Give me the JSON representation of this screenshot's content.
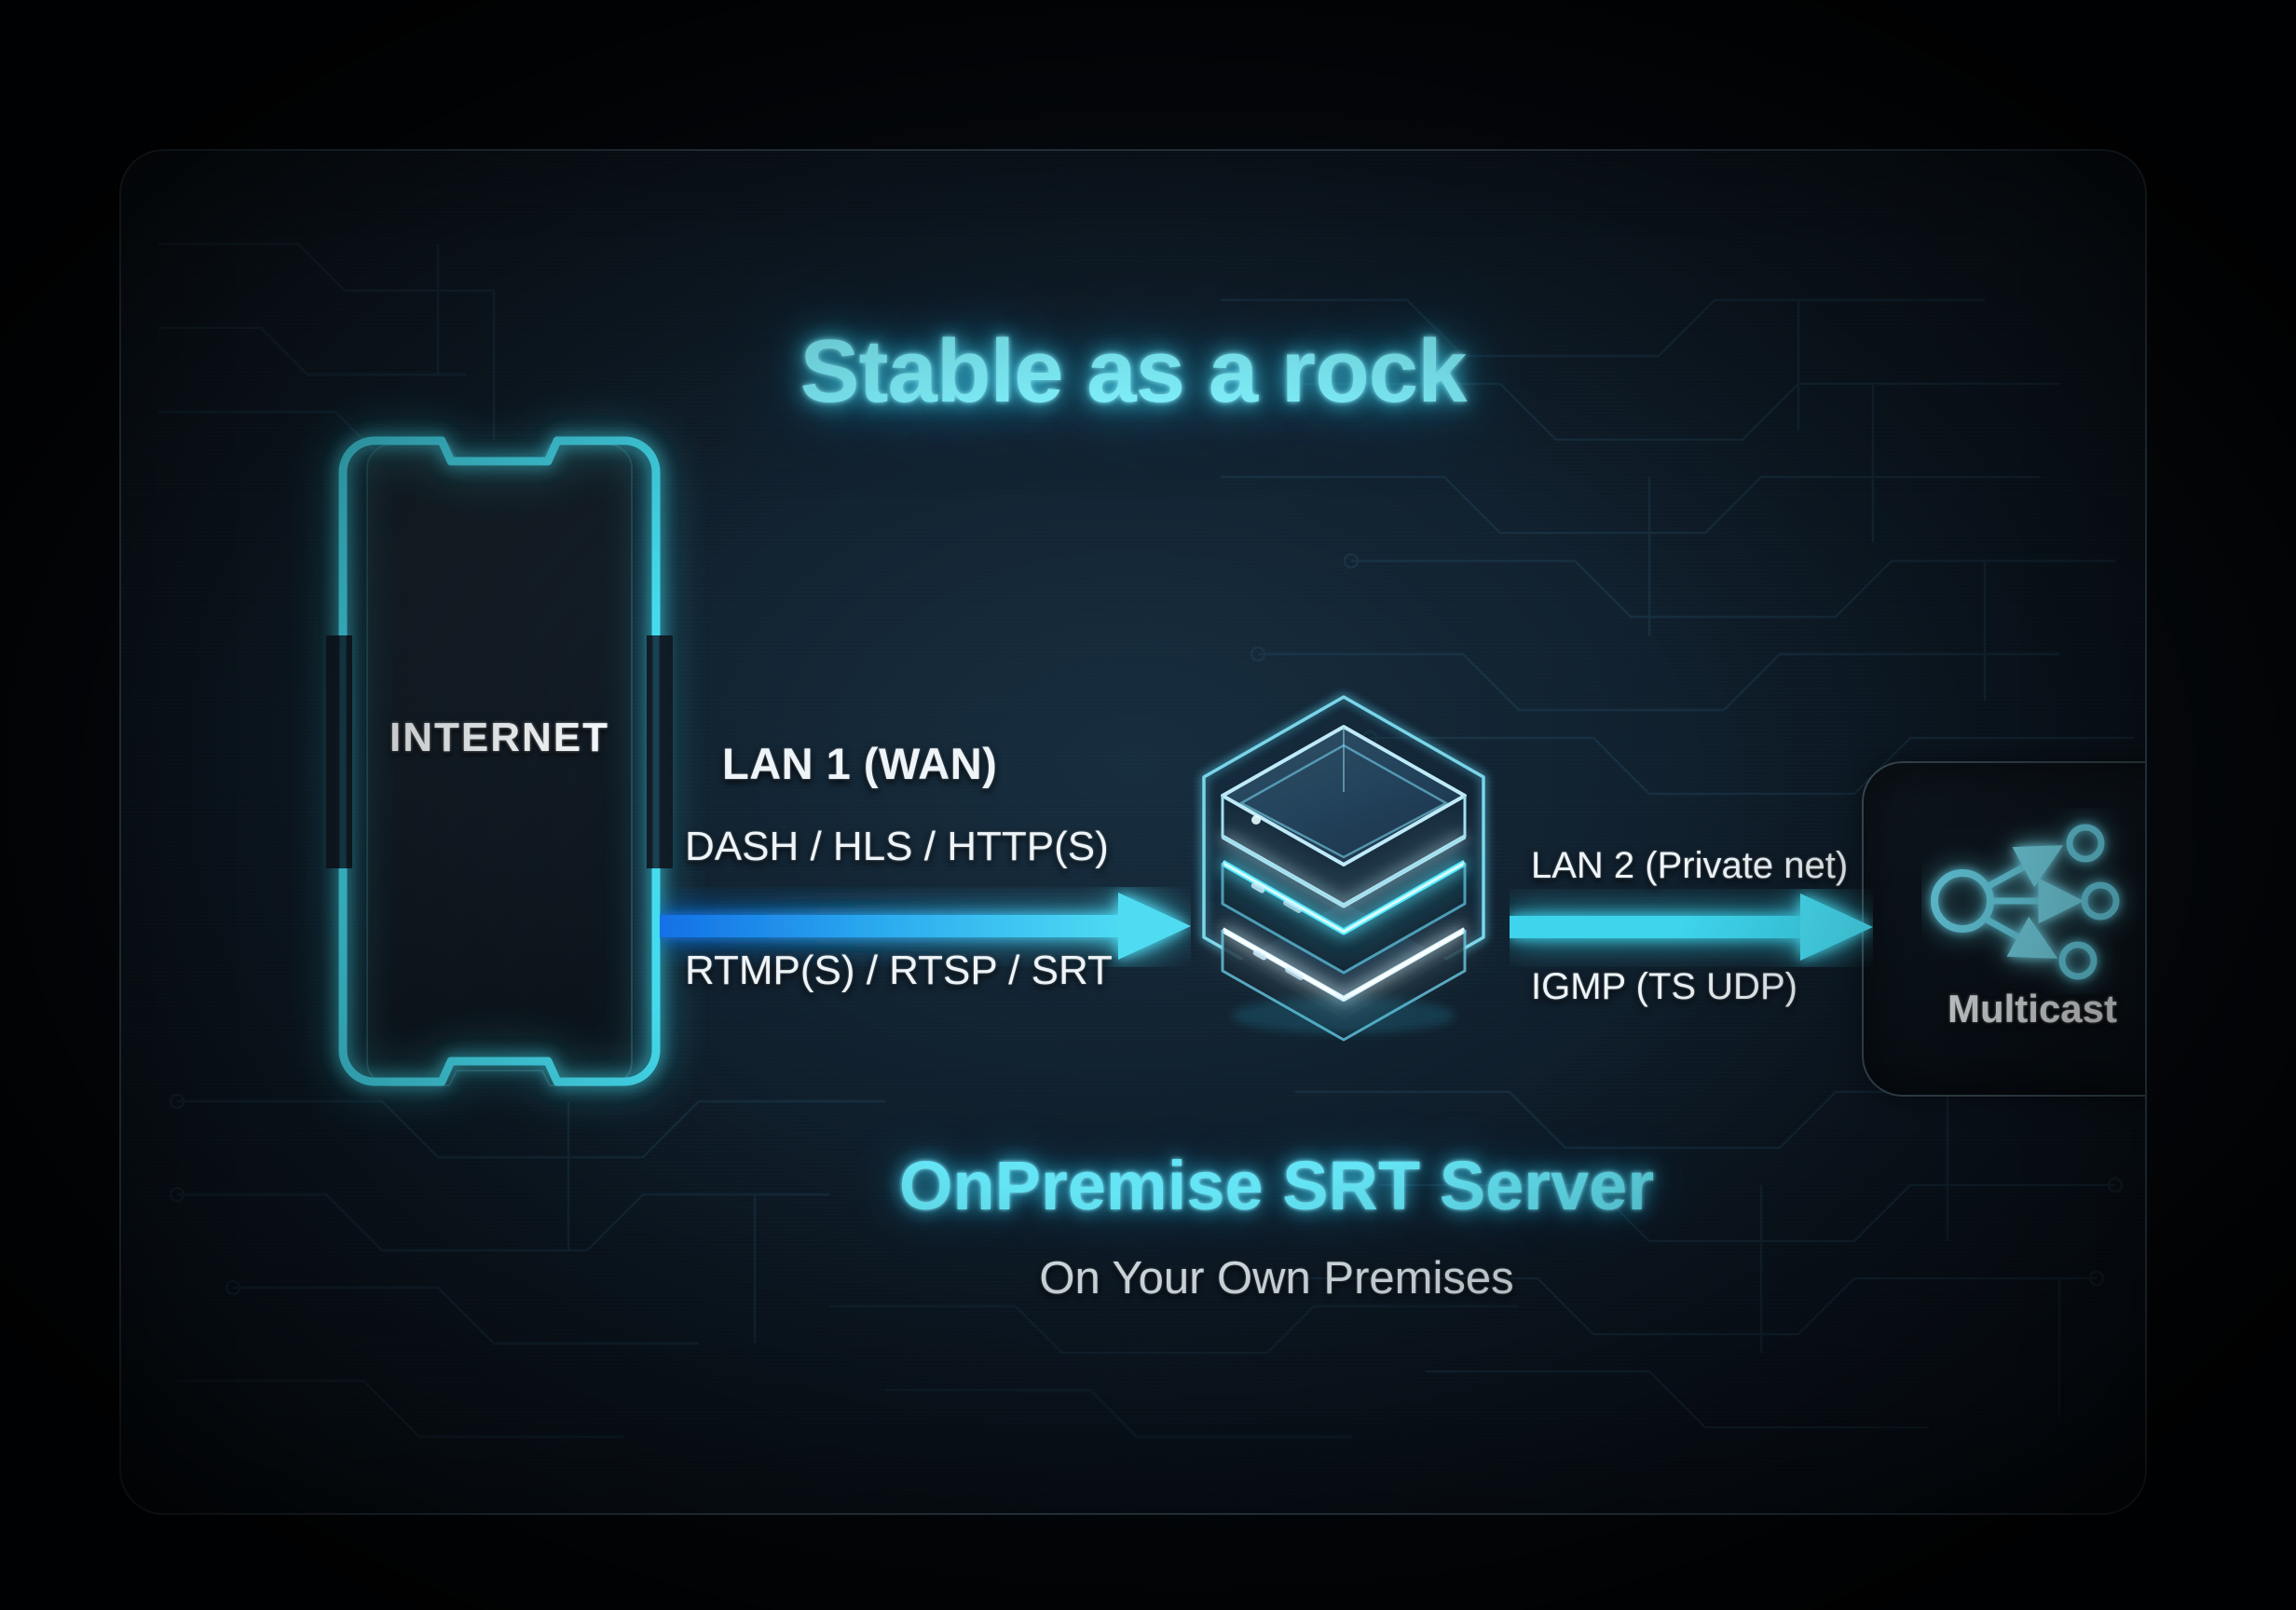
{
  "headline": "Stable as a rock",
  "left_node": {
    "label": "INTERNET",
    "icon": "phone-device-icon"
  },
  "left_flow": {
    "interface": "LAN 1 (WAN)",
    "protocols_top": "DASH / HLS / HTTP(S)",
    "protocols_bottom": "RTMP(S) / RTSP / SRT",
    "arrow": "arrow-right-icon"
  },
  "center_node": {
    "icon": "server-stack-cube-icon",
    "title": "OnPremise SRT Server",
    "subtitle": "On Your Own Premises"
  },
  "right_flow": {
    "interface": "LAN 2 (Private net)",
    "protocol": "IGMP (TS UDP)",
    "arrow": "arrow-right-icon"
  },
  "right_node": {
    "label": "Multicast",
    "icon": "multicast-distribution-icon"
  },
  "colors": {
    "accent_cyan": "#4fdcf0",
    "headline_cyan": "#7ff0fb",
    "caption_cyan": "#64e4f4",
    "arrow_blue": "#1a7ce8",
    "arrow_cyan": "#4dd8f0",
    "text_white": "#eef4f7",
    "panel_bg": "#0e1a25",
    "page_bg": "#05080c"
  }
}
